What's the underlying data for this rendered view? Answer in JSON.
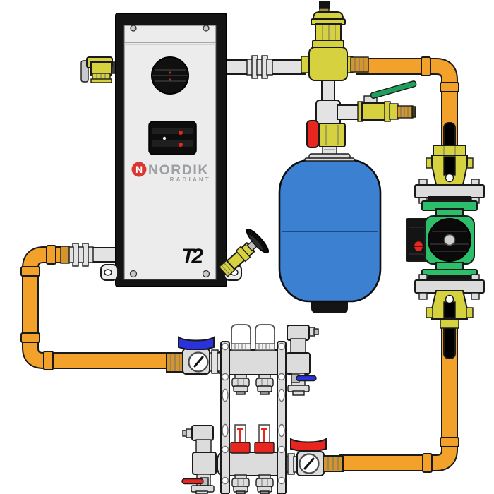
{
  "boiler": {
    "brand": "NORDIK",
    "series": "RADIANT",
    "model_logo": "T2",
    "logo_initial": "N"
  },
  "colors": {
    "outline": "#1a1a1a",
    "pipe-orange": "#f2a22b",
    "pipe-gray": "#e3e3e3",
    "brass": "#d6d13f",
    "gold": "#d2952f",
    "pump-green": "#2dbe6c",
    "green-pipe": "#2bа95f",
    "tank-blue": "#3c80d2",
    "handle-blue": "#2a32de",
    "handle-red": "#e8251f",
    "steel": "#dcdcdc",
    "frame-black": "#141414",
    "logo-red": "#d93832",
    "logo-gray": "#9b9ea2"
  }
}
